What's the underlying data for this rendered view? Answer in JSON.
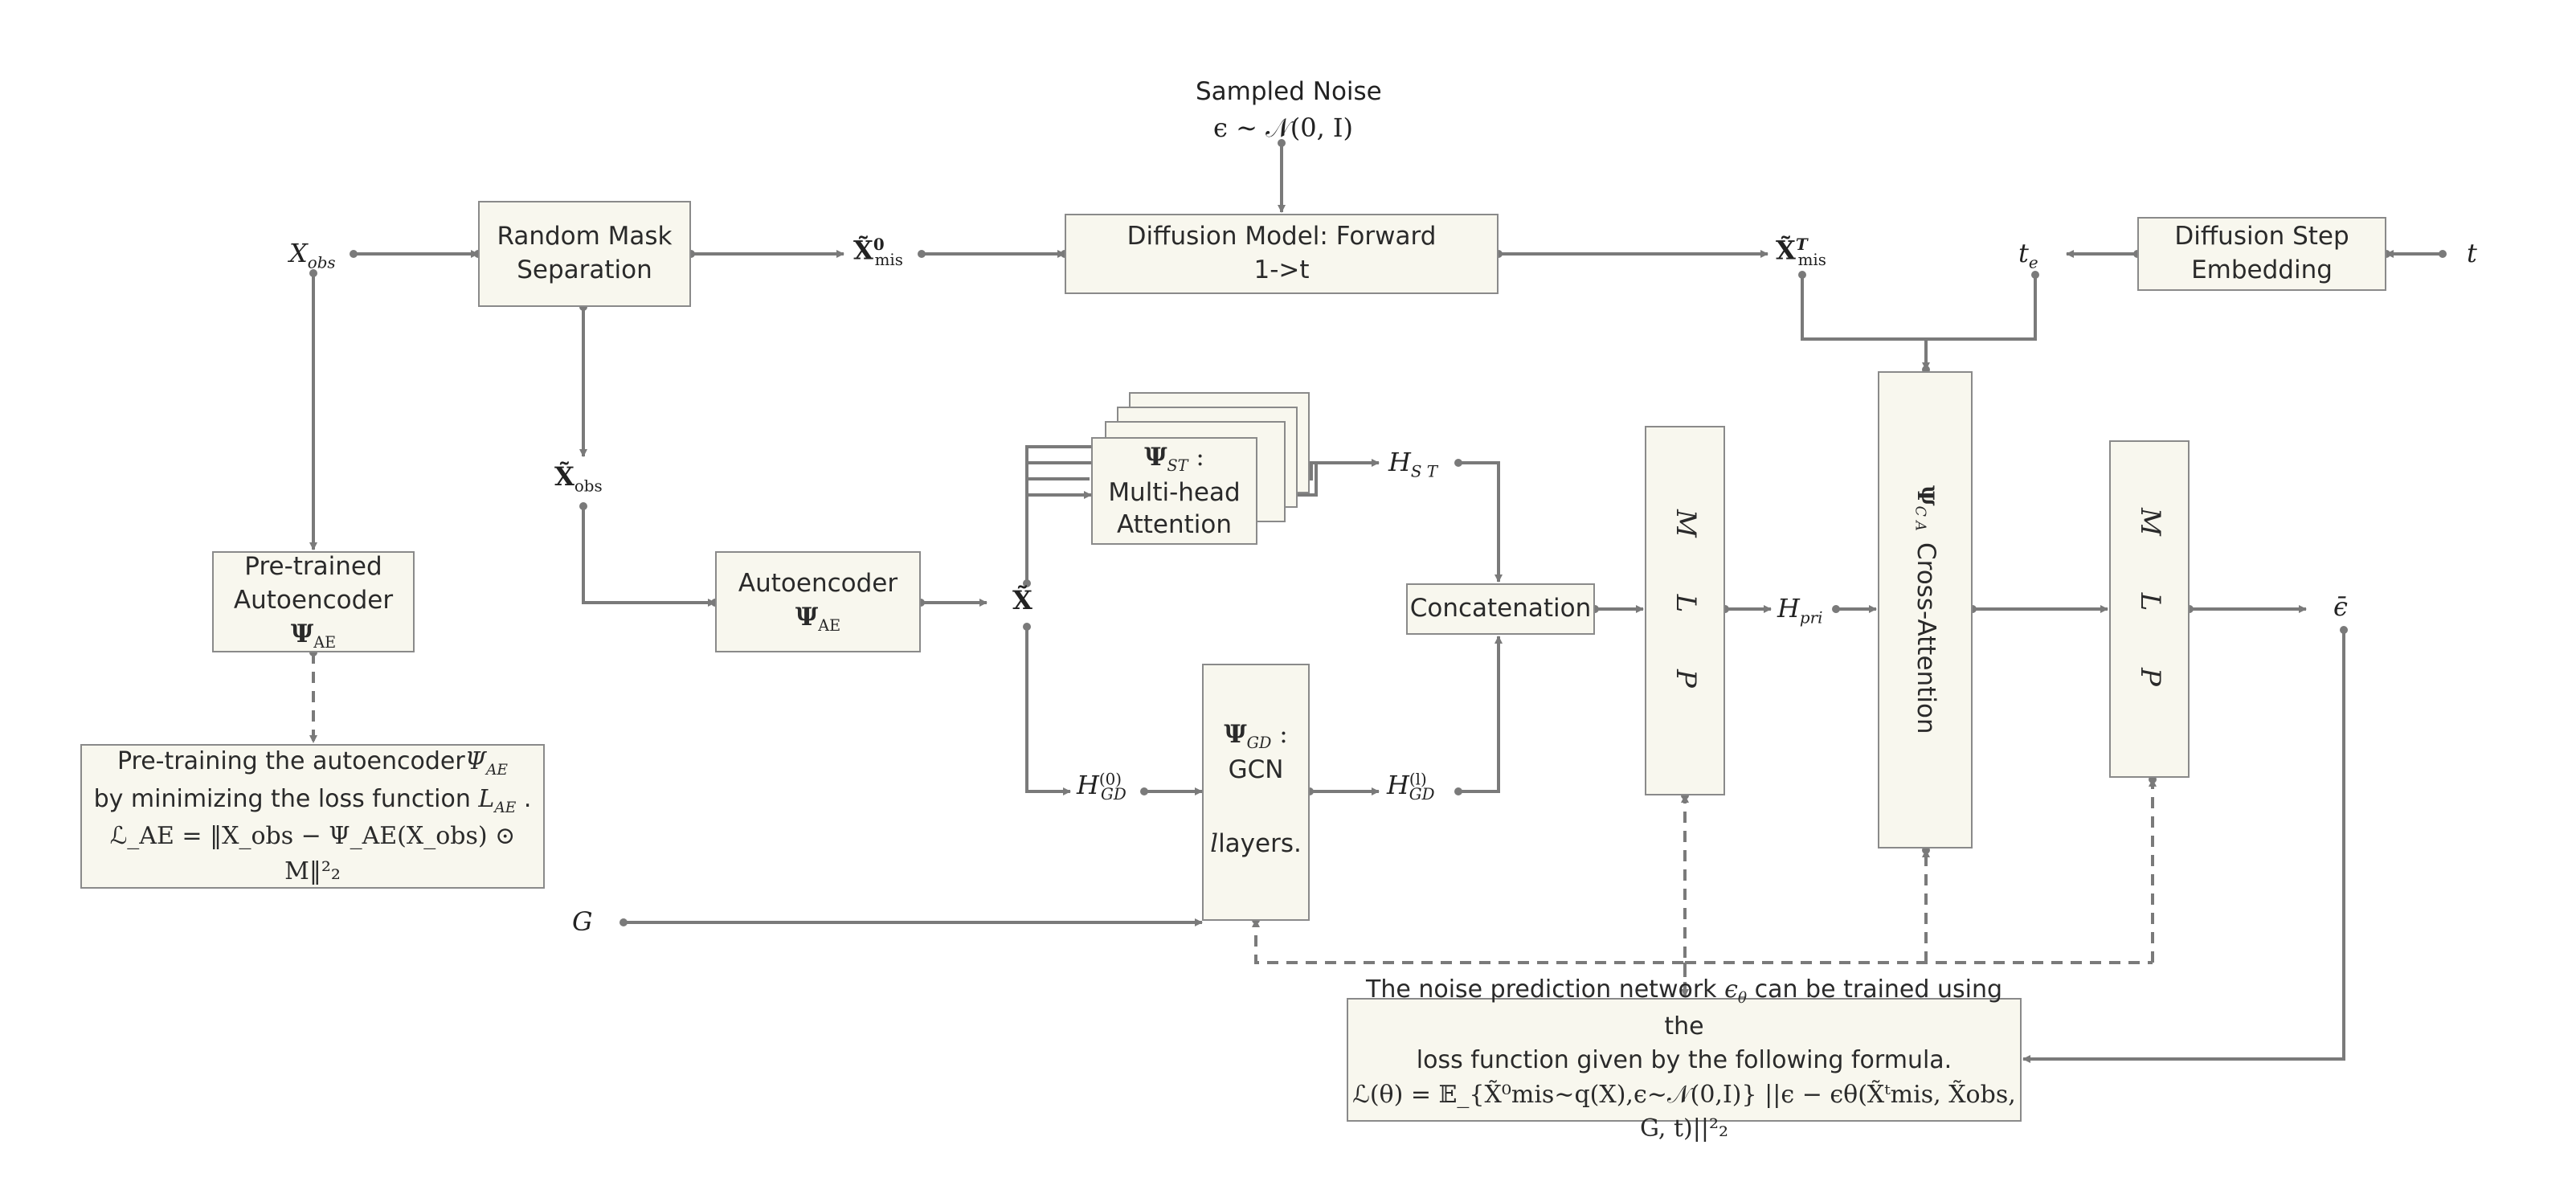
{
  "labels": {
    "sampled_noise": "Sampled Noise",
    "noise_formula": "ϵ ∼ 𝒩(0, I)",
    "x_obs_sym": "X",
    "x_obs_sub": "obs",
    "x_mis0_sym": "X̃",
    "x_mis0_sup": "0",
    "x_mis0_sub": "mis",
    "x_misT_sym": "X̃",
    "x_misT_sup": "T",
    "x_misT_sub": "mis",
    "t_e_sym": "t",
    "t_e_sub": "e",
    "t_sym": "t",
    "x_tilde_obs_sym": "X̃",
    "x_tilde_obs_sub": "obs",
    "x_tilde": "X̃",
    "h_st_sym": "H",
    "h_st_sub": "S T",
    "h_gd0_sym": "H",
    "h_gd0_sup": "(0)",
    "h_gd0_sub": "GD",
    "h_gdl_sym": "H",
    "h_gdl_sup": "(l)",
    "h_gdl_sub": "GD",
    "h_pri_sym": "H",
    "h_pri_sub": "pri",
    "eps_hat": "ϵ̄",
    "g_sym": "G"
  },
  "boxes": {
    "random_mask": "Random Mask Separation",
    "forward_line1": "Diffusion Model: Forward",
    "forward_line2": "1->t",
    "step_embed": "Diffusion Step Embedding",
    "pretrained_line1": "Pre-trained",
    "pretrained_line2": "Autoencoder",
    "pretrained_sym": "Ψ",
    "pretrained_sub": "AE",
    "autoencoder_line1": "Autoencoder",
    "autoencoder_sym": "Ψ",
    "autoencoder_sub": "AE",
    "st_sym": "Ψ",
    "st_sub": "ST",
    "st_colon": " :",
    "st_line2": "Multi-head",
    "st_line3": "Attention",
    "gd_sym": "Ψ",
    "gd_sub": "GD",
    "gd_colon": " :",
    "gd_line2": "GCN",
    "gd_l": "l",
    "gd_line3": "layers.",
    "concat": "Concatenation",
    "mlp1": "M L P",
    "mlp2": "M L P",
    "ca_sym": "Ψ",
    "ca_sub": "C A",
    "ca_text": "Cross-Attention",
    "pretrain_note_line1": "Pre-training the autoencoder",
    "pretrain_note_psi": "Ψ",
    "pretrain_note_psi_sub": "AE",
    "pretrain_note_line2": "by minimizing the loss function ",
    "pretrain_note_L": "L",
    "pretrain_note_L_sub": "AE",
    "pretrain_note_dot": " .",
    "pretrain_note_formula": "ℒ_AE = ‖X_obs − Ψ_AE(X_obs) ⊙ M‖²₂",
    "noise_note_line1a": "The noise prediction network ",
    "noise_note_eps": "ϵ",
    "noise_note_eps_sub": "θ",
    "noise_note_line1b": " can be trained using the",
    "noise_note_line2": "loss function given by the following formula.",
    "noise_note_formula": "ℒ(θ) = 𝔼_{X̃⁰mis∼q(X),ϵ∼𝒩(0,I)} ||ϵ − ϵθ(X̃ᵗmis, X̃obs, G, t)||²₂"
  },
  "colors": {
    "box_fill": "#f8f7ee",
    "box_border": "#8a8a8a",
    "arrow": "#7a7a7a"
  }
}
